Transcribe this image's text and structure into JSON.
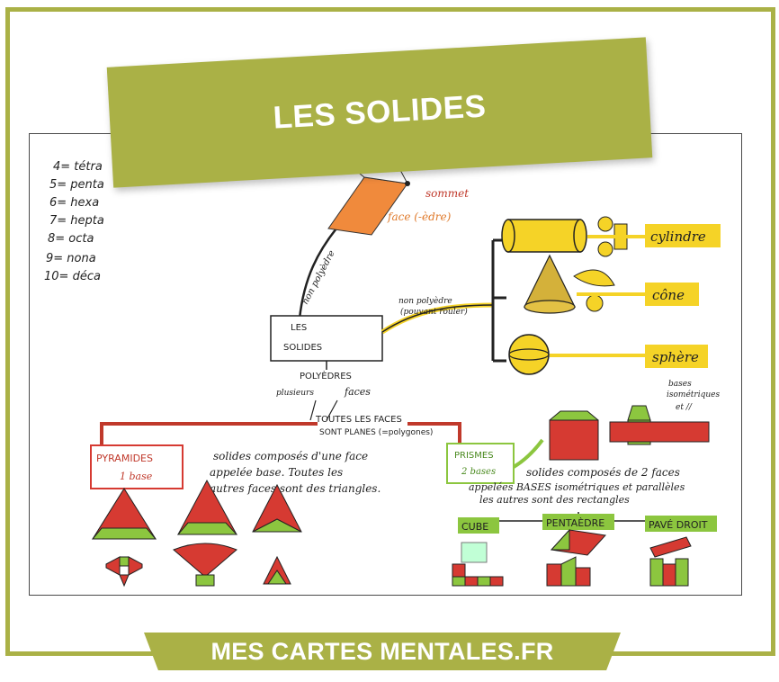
{
  "header": {
    "title": "LES SOLIDES"
  },
  "footer": {
    "site": "MES CARTES MENTALES.FR"
  },
  "prefixes": [
    "4= tétra",
    "5= penta",
    "6= hexa",
    "7= hepta",
    "8= octa",
    "9= nona",
    "10= déca"
  ],
  "center": {
    "line1": "LES",
    "line2": "SOLIDES"
  },
  "top_branch": {
    "label": "non polyèdre",
    "vertex": "sommet",
    "face": "face (-èdre)"
  },
  "right_branch": {
    "label1": "non polyèdre",
    "label2": "(pouvant rouler)"
  },
  "round_solids": [
    "cylindre",
    "cône",
    "sphère"
  ],
  "polyedres": {
    "title": "POLYÈDRES",
    "sub1": "plusieurs",
    "sub2": "faces"
  },
  "plane_faces": {
    "line1": "TOUTES LES FACES",
    "line2": "SONT PLANES (=polygones)"
  },
  "pyramides": {
    "title1": "PYRAMIDES",
    "title2": "1 base",
    "def1": "solides composés d'une face",
    "def2": "appelée base. Toutes les",
    "def3": "autres faces sont des triangles."
  },
  "prismes": {
    "title1": "PRISMES",
    "title2": "2 bases",
    "def1": "solides composés de 2 faces",
    "def2": "appelées BASES isométriques et parallèles",
    "def3": "les autres sont des rectangles",
    "note1": "bases",
    "note2": "isométriques",
    "note3": "et //"
  },
  "prism_types": [
    "CUBE",
    "PENTAÈDRE",
    "PAVÉ DROIT"
  ],
  "colors": {
    "brand": "#aab146",
    "red": "#d63a32",
    "green": "#8cc63f",
    "yellow": "#f5d327",
    "orange": "#f08a3c"
  }
}
